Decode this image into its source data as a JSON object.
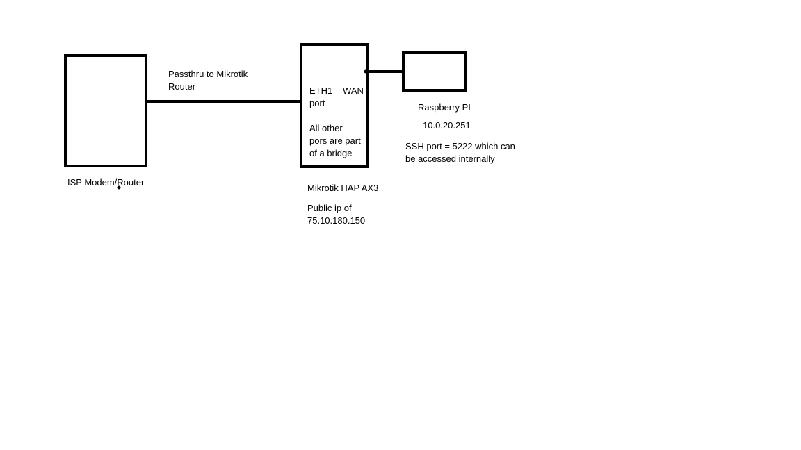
{
  "diagram": {
    "nodes": {
      "isp_modem": {
        "label": "ISP Modem/Router"
      },
      "mikrotik": {
        "inner_text": "ETH1 = WAN\nport\n\nAll other\npors are part\nof a bridge",
        "label": "Mikrotik HAP AX3",
        "public_ip": "Public ip of\n75.10.180.150"
      },
      "raspberry_pi": {
        "label": "Raspberry PI",
        "ip": "10.0.20.251",
        "ssh_note": "SSH port = 5222 which can\nbe accessed internally"
      }
    },
    "edges": {
      "isp_to_mikrotik": {
        "label": "Passthru to Mikrotik\nRouter"
      }
    },
    "colors": {
      "stroke": "#000000",
      "background": "#ffffff"
    }
  }
}
